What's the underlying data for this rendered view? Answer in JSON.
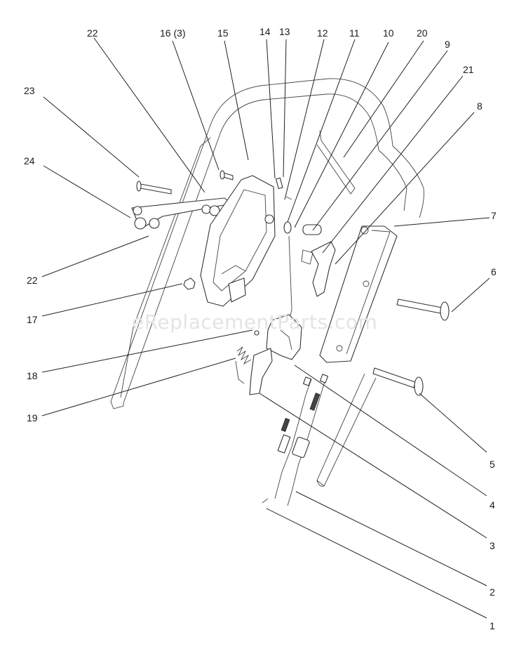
{
  "watermark": "eReplacementParts.com",
  "callouts": [
    {
      "id": "c1",
      "text": "1"
    },
    {
      "id": "c2",
      "text": "2"
    },
    {
      "id": "c3",
      "text": "3"
    },
    {
      "id": "c4",
      "text": "4"
    },
    {
      "id": "c5",
      "text": "5"
    },
    {
      "id": "c6",
      "text": "6"
    },
    {
      "id": "c7",
      "text": "7"
    },
    {
      "id": "c8",
      "text": "8"
    },
    {
      "id": "c9",
      "text": "9"
    },
    {
      "id": "c10",
      "text": "10"
    },
    {
      "id": "c11",
      "text": "11"
    },
    {
      "id": "c12",
      "text": "12"
    },
    {
      "id": "c13",
      "text": "13"
    },
    {
      "id": "c14",
      "text": "14"
    },
    {
      "id": "c15",
      "text": "15"
    },
    {
      "id": "c16",
      "text": "16 (3)"
    },
    {
      "id": "c17",
      "text": "17"
    },
    {
      "id": "c18",
      "text": "18"
    },
    {
      "id": "c19",
      "text": "19"
    },
    {
      "id": "c20",
      "text": "20"
    },
    {
      "id": "c21",
      "text": "21"
    },
    {
      "id": "c22a",
      "text": "22"
    },
    {
      "id": "c22b",
      "text": "22"
    },
    {
      "id": "c23",
      "text": "23"
    },
    {
      "id": "c24",
      "text": "24"
    }
  ]
}
